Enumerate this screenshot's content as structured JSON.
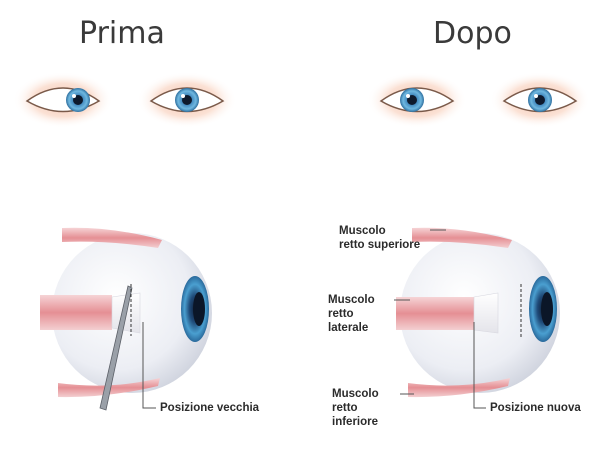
{
  "headings": {
    "before": "Prima",
    "after": "Dopo"
  },
  "labels": {
    "old_position": "Posizione vecchia",
    "new_position": "Posizione nuova",
    "superior_rectus": "Muscolo\nretto superiore",
    "lateral_rectus": "Muscolo\nretto\nlaterale",
    "inferior_rectus": "Muscolo\nretto\ninferiore"
  },
  "colors": {
    "iris": "#4a9fd0",
    "muscle": "#e8a0a4",
    "eyeball": "#eceef4",
    "leader_line": "#555555"
  }
}
